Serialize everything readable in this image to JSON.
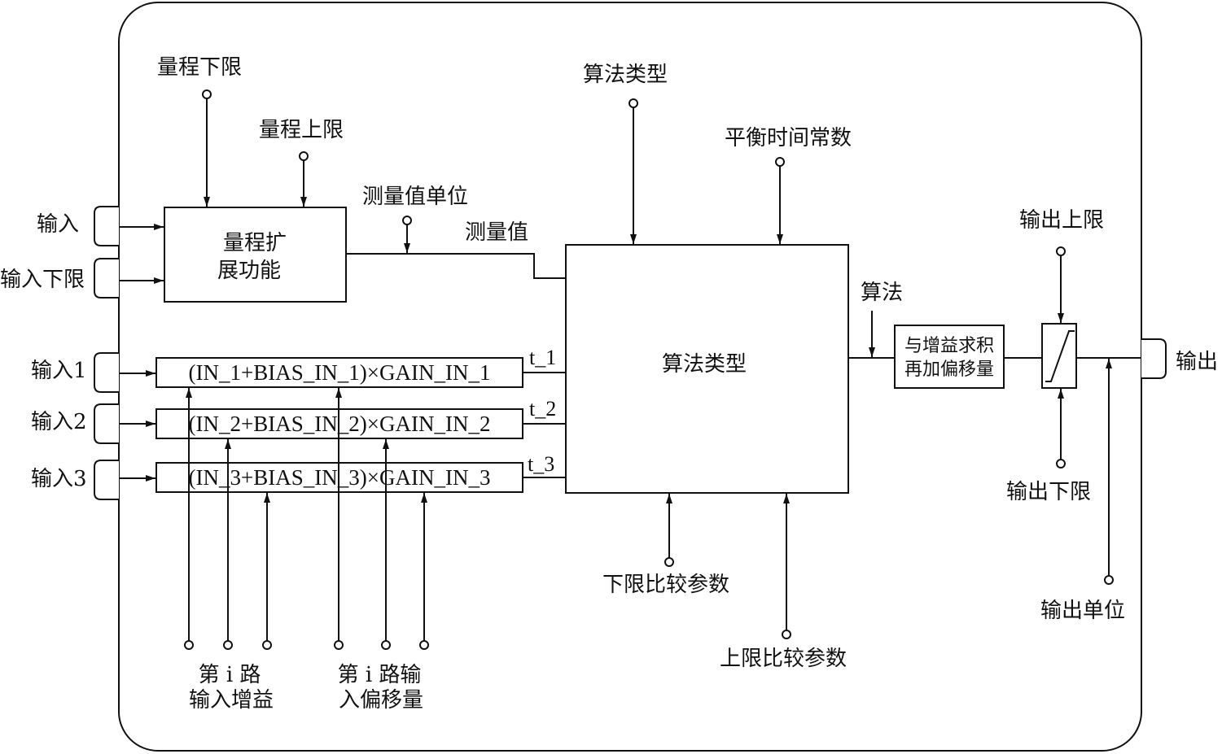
{
  "inputs": {
    "in_main": "输入",
    "in_lower": "输入下限",
    "in_1": "输入1",
    "in_2": "输入2",
    "in_3": "输入3"
  },
  "range_block": {
    "lower_param": "量程下限",
    "upper_param": "量程上限",
    "title_line1": "量程扩",
    "title_line2": "展功能",
    "unit_param": "测量值单位",
    "measured_value": "测量值"
  },
  "formulas": {
    "f1": "(IN_1+BIAS_IN_1)×GAIN_IN_1",
    "f2": "(IN_2+BIAS_IN_2)×GAIN_IN_2",
    "f3": "(IN_3+BIAS_IN_3)×GAIN_IN_3",
    "t1": "t_1",
    "t2": "t_2",
    "t3": "t_3"
  },
  "gain_params": {
    "gain_line1": "第 i 路",
    "gain_line2": "输入增益",
    "bias_line1": "第 i 路输",
    "bias_line2": "入偏移量"
  },
  "algorithm_block": {
    "type_param": "算法类型",
    "balance_param": "平衡时间常数",
    "title": "算法类型",
    "lower_compare": "下限比较参数",
    "upper_compare": "上限比较参数",
    "output_label": "算法"
  },
  "gain_bias_block": {
    "line1": "与增益求积",
    "line2": "再加偏移量"
  },
  "limiter": {
    "upper": "输出上限",
    "lower": "输出下限",
    "unit": "输出单位"
  },
  "output": {
    "label": "输出"
  }
}
